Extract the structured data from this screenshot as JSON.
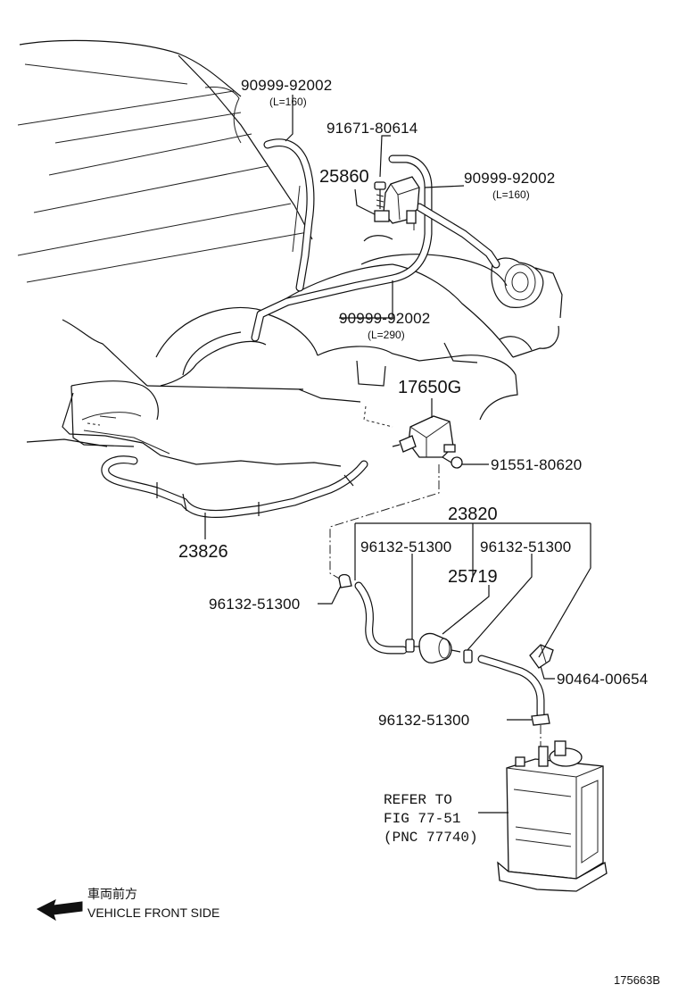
{
  "labels": {
    "hose_top_left": {
      "part_no": "90999-92002",
      "length": "(L=160)"
    },
    "bolt_top": {
      "part_no": "91671-80614"
    },
    "vsv_top": {
      "part_no": "25860"
    },
    "hose_top_right": {
      "part_no": "90999-92002",
      "length": "(L=160)"
    },
    "hose_mid": {
      "part_no": "90999-92002",
      "length": "(L=290)"
    },
    "vsv_purge": {
      "part_no": "17650G"
    },
    "bolt_mid": {
      "part_no": "91551-80620"
    },
    "hose_lower_left": {
      "part_no": "23826"
    },
    "hose_assy": {
      "part_no": "23820"
    },
    "clamp_a": {
      "part_no": "96132-51300"
    },
    "clamp_b": {
      "part_no": "96132-51300"
    },
    "filter": {
      "part_no": "25719"
    },
    "clamp_left": {
      "part_no": "96132-51300"
    },
    "clip": {
      "part_no": "90464-00654"
    },
    "clamp_bottom": {
      "part_no": "96132-51300"
    },
    "canister_ref": {
      "line1": "REFER TO",
      "line2": "FIG 77-51",
      "line3": "(PNC 77740)"
    }
  },
  "direction": {
    "japanese": "車両前方",
    "english": "VEHICLE FRONT SIDE",
    "icon": "arrow-left-icon"
  },
  "figure_code": "175663B"
}
